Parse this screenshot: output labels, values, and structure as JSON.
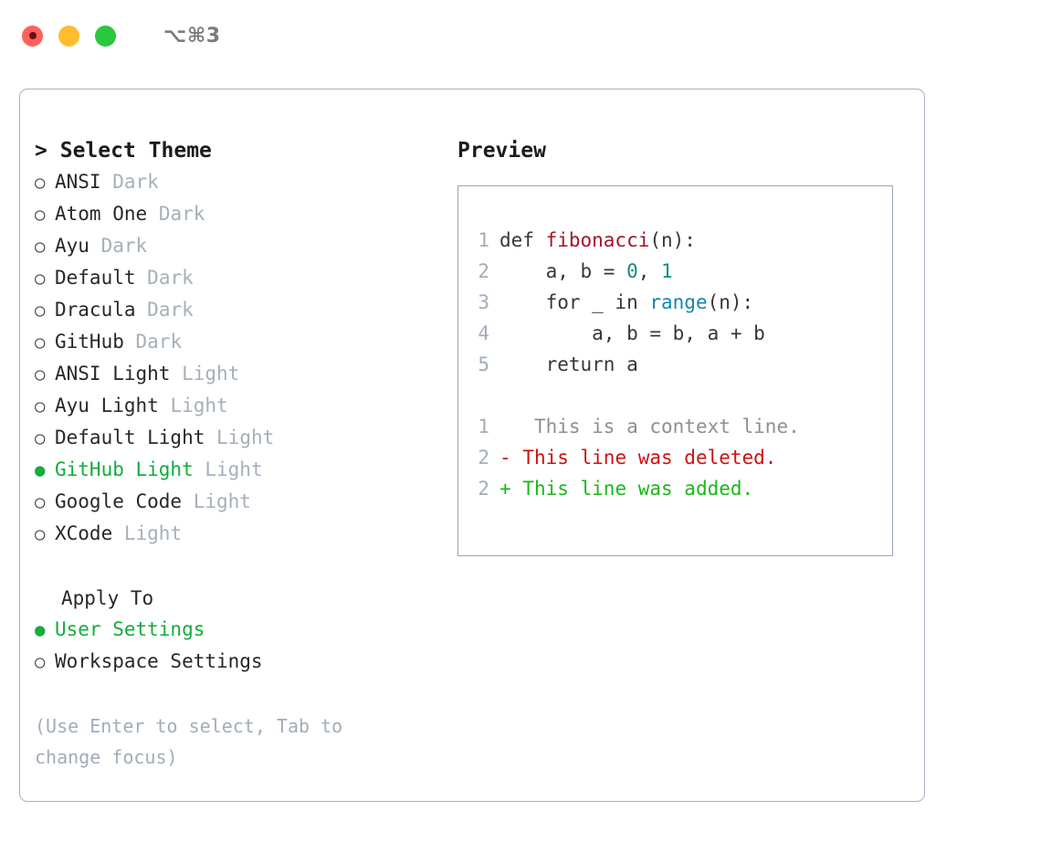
{
  "titlebar": {
    "traffic_lights": [
      "close-red",
      "minimize-amber",
      "maximize-green"
    ],
    "shortcut": "⌥⌘3"
  },
  "left": {
    "heading": {
      "caret": ">",
      "label": "Select Theme"
    },
    "bullet_selected": "●",
    "bullet_unselected": "○",
    "themes": [
      {
        "name": "ANSI",
        "variant": "Dark",
        "selected": false
      },
      {
        "name": "Atom One",
        "variant": "Dark",
        "selected": false
      },
      {
        "name": "Ayu",
        "variant": "Dark",
        "selected": false
      },
      {
        "name": "Default",
        "variant": "Dark",
        "selected": false
      },
      {
        "name": "Dracula",
        "variant": "Dark",
        "selected": false
      },
      {
        "name": "GitHub",
        "variant": "Dark",
        "selected": false
      },
      {
        "name": "ANSI Light",
        "variant": "Light",
        "selected": false
      },
      {
        "name": "Ayu Light",
        "variant": "Light",
        "selected": false
      },
      {
        "name": "Default Light",
        "variant": "Light",
        "selected": false
      },
      {
        "name": "GitHub Light",
        "variant": "Light",
        "selected": true
      },
      {
        "name": "Google Code",
        "variant": "Light",
        "selected": false
      },
      {
        "name": "XCode",
        "variant": "Light",
        "selected": false
      }
    ],
    "apply_to": {
      "title": "Apply To",
      "options": [
        {
          "label": "User Settings",
          "selected": true
        },
        {
          "label": "Workspace Settings",
          "selected": false
        }
      ]
    },
    "hint": "(Use Enter to select, Tab to change focus)"
  },
  "right": {
    "title": "Preview",
    "code_lines": [
      {
        "no": "1",
        "tokens": [
          {
            "t": "def ",
            "c": "plain"
          },
          {
            "t": "fibonacci",
            "c": "fn"
          },
          {
            "t": "(n):",
            "c": "plain"
          }
        ]
      },
      {
        "no": "2",
        "tokens": [
          {
            "t": "    a, b = ",
            "c": "plain"
          },
          {
            "t": "0",
            "c": "num"
          },
          {
            "t": ", ",
            "c": "plain"
          },
          {
            "t": "1",
            "c": "num"
          }
        ]
      },
      {
        "no": "3",
        "tokens": [
          {
            "t": "    for _ in ",
            "c": "plain"
          },
          {
            "t": "range",
            "c": "call"
          },
          {
            "t": "(n):",
            "c": "plain"
          }
        ]
      },
      {
        "no": "4",
        "tokens": [
          {
            "t": "        a, b = b, a + b",
            "c": "plain"
          }
        ]
      },
      {
        "no": "5",
        "tokens": [
          {
            "t": "    return a",
            "c": "plain"
          }
        ]
      }
    ],
    "diff_lines": [
      {
        "no": "1",
        "marker": " ",
        "text": "  This is a context line.",
        "kind": "ctx"
      },
      {
        "no": "2",
        "marker": "-",
        "text": " This line was deleted.",
        "kind": "del"
      },
      {
        "no": "2",
        "marker": "+",
        "text": " This line was added.",
        "kind": "add"
      }
    ]
  },
  "colors": {
    "accent_green": "#13ac3e",
    "muted": "#a7afba",
    "hint": "#a2acba",
    "border": "#a9b3c0",
    "fn_red": "#a3142a",
    "num_teal": "#0d8d80",
    "call_blue": "#1486ad",
    "diff_del": "#cc1111",
    "diff_add": "#18b818",
    "diff_ctx": "#8f8f8f"
  }
}
